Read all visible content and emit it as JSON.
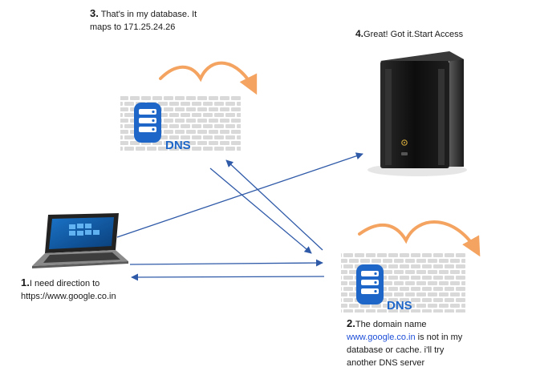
{
  "steps": {
    "step1": {
      "num": "1.",
      "line1": "I need direction to",
      "line2": "https://www.google.co.in"
    },
    "step2": {
      "num": "2.",
      "line1": "The domain name",
      "link": "www.google.co.in",
      "line2_rest": " is not in my",
      "line3": "database or cache. i'll try",
      "line4": "another DNS server"
    },
    "step3": {
      "num": "3.",
      "line1": " That's in my database. It",
      "line2": "maps to 171.25.24.26"
    },
    "step4": {
      "num": "4.",
      "line1": "Great!  Got it.Start Access"
    }
  },
  "dns_label": "DNS",
  "colors": {
    "arrow": "#2f5aa8",
    "dns_icon": "#1e66c8",
    "curl": "#f4a460",
    "wall": "#d8d8d8"
  },
  "icons": [
    "brick-wall-icon",
    "dns-server-icon",
    "laptop-icon",
    "server-tower-icon",
    "curved-arrow-icon"
  ]
}
